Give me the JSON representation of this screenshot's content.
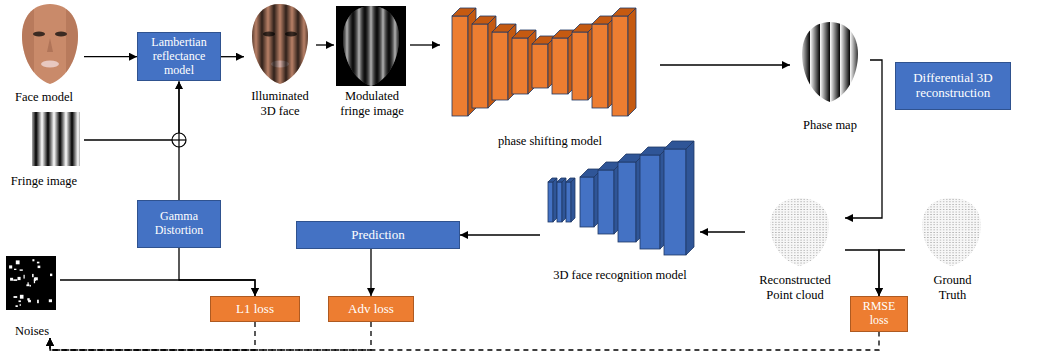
{
  "diagram": {
    "nodes": [
      {
        "text": [
          "Face model"
        ]
      },
      {
        "text": [
          "Lambertian reflectance model"
        ]
      },
      {
        "text": [
          "Fringe image"
        ]
      },
      {
        "text": [
          "Gamma Distortion"
        ]
      },
      {
        "text": [
          "Noises"
        ]
      },
      {
        "text": [
          "Illuminated 3D face"
        ]
      },
      {
        "text": [
          "Modulated fringe image"
        ]
      },
      {
        "text": [
          "phase shifting model"
        ]
      },
      {
        "text": [
          "Phase map"
        ]
      },
      {
        "text": [
          "Differential 3D reconstruction"
        ]
      },
      {
        "text": [
          "Prediction"
        ]
      },
      {
        "text": [
          "3D face recognition model"
        ]
      },
      {
        "text": [
          "Reconstructed Point cloud"
        ]
      },
      {
        "text": [
          "Ground Truth"
        ]
      },
      {
        "text": [
          "L1 loss"
        ]
      },
      {
        "text": [
          "Adv loss"
        ]
      },
      {
        "text": [
          "RMSE loss"
        ]
      }
    ],
    "edges": [
      {
        "from": 0,
        "to": 1,
        "arrow": "to"
      },
      {
        "from": 2,
        "to": 1,
        "arrow": "to"
      },
      {
        "from": 3,
        "to": 1,
        "arrow": "to"
      },
      {
        "from": 1,
        "to": 5,
        "arrow": "to"
      },
      {
        "from": 5,
        "to": 6,
        "arrow": "to"
      },
      {
        "from": 6,
        "to": 7,
        "arrow": "to"
      },
      {
        "from": 7,
        "to": 8,
        "arrow": "to"
      },
      {
        "from": 8,
        "to": 12,
        "arrow": "to"
      },
      {
        "from": 12,
        "to": 11,
        "arrow": "to"
      },
      {
        "from": 11,
        "to": 10,
        "arrow": "to"
      },
      {
        "from": 10,
        "to": 15,
        "arrow": "to"
      },
      {
        "from": 12,
        "to": 16,
        "arrow": "to"
      },
      {
        "from": 13,
        "to": 16,
        "arrow": "to"
      },
      {
        "from": 4,
        "to": 14,
        "arrow": "to"
      },
      {
        "from": 3,
        "to": 14,
        "arrow": "to"
      },
      {
        "from": 14,
        "to": 4,
        "arrow": "to"
      },
      {
        "from": 15,
        "to": 4,
        "arrow": "to"
      },
      {
        "from": 16,
        "to": 4,
        "arrow": "to"
      }
    ]
  }
}
